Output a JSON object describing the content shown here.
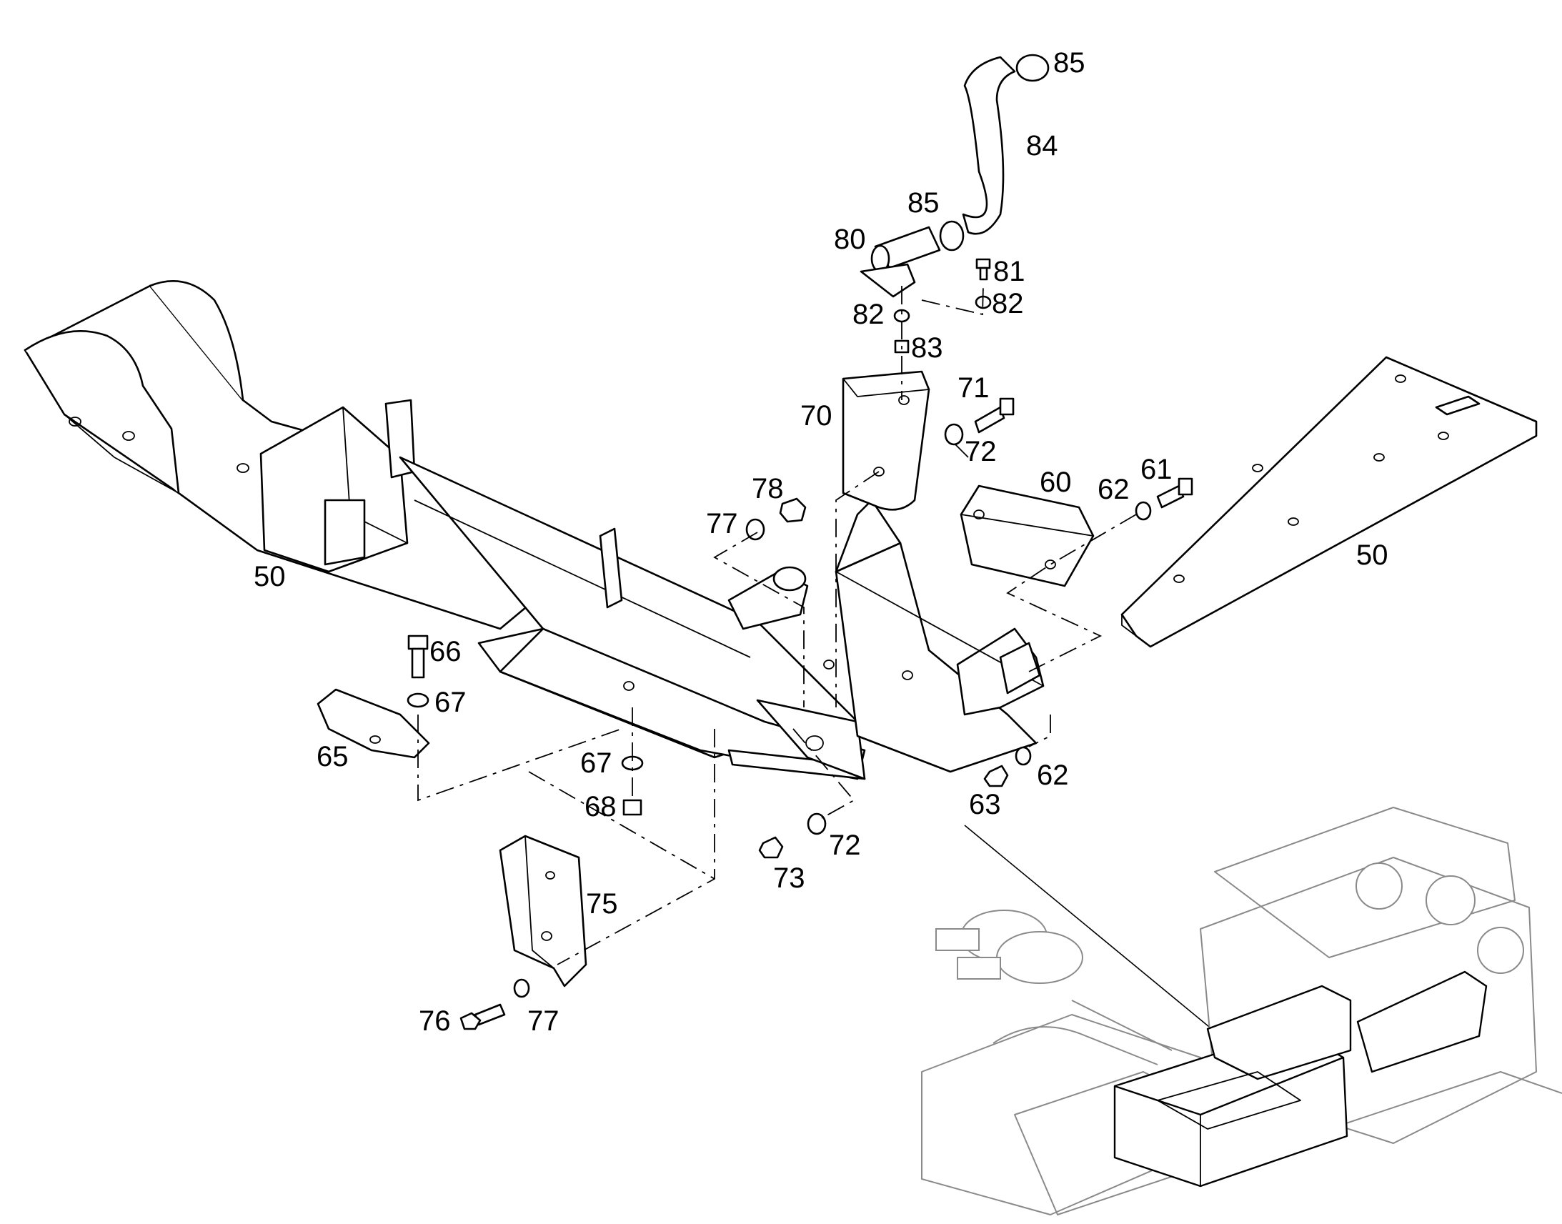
{
  "labels": {
    "p50_left": "50",
    "p50_right": "50",
    "p60": "60",
    "p61": "61",
    "p62_a": "62",
    "p62_b": "62",
    "p63": "63",
    "p65": "65",
    "p66": "66",
    "p67_a": "67",
    "p67_b": "67",
    "p68": "68",
    "p70": "70",
    "p71": "71",
    "p72_a": "72",
    "p72_b": "72",
    "p73": "73",
    "p75": "75",
    "p76": "76",
    "p77_a": "77",
    "p77_b": "77",
    "p78": "78",
    "p80": "80",
    "p81": "81",
    "p82_a": "82",
    "p82_b": "82",
    "p83": "83",
    "p84": "84",
    "p85_a": "85",
    "p85_b": "85"
  }
}
